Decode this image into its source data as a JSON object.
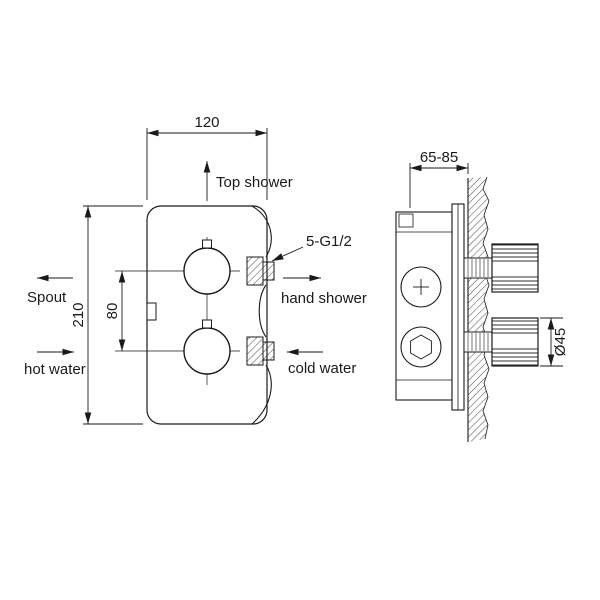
{
  "front_view": {
    "dim_width": "120",
    "dim_height": "210",
    "dim_handle_spacing": "80",
    "labels": {
      "top_shower": "Top shower",
      "spout": "Spout",
      "hot_water": "hot water",
      "hand_shower": "hand shower",
      "cold_water": "cold water",
      "thread_spec": "5-G1/2"
    }
  },
  "side_view": {
    "dim_wall_depth": "65-85",
    "dim_handle_diameter": "Ø45"
  },
  "colors": {
    "line": "#1a1a1a",
    "background": "#ffffff"
  }
}
